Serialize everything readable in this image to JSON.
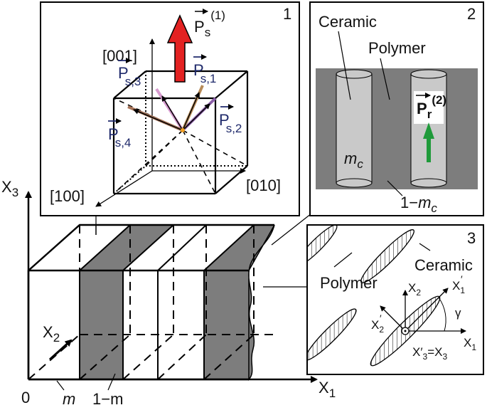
{
  "panel1": {
    "number": "1",
    "dir_001": "[001]",
    "dir_100": "[100]",
    "dir_010": "[010]",
    "ps_main": "P",
    "ps_main_sub": "s",
    "ps_main_sup": "(1)",
    "ps1": "P",
    "ps1_sub": "s,1",
    "ps2": "P",
    "ps2_sub": "s,2",
    "ps3": "P",
    "ps3_sub": "s,3",
    "ps4": "P",
    "ps4_sub": "s,4"
  },
  "panel2": {
    "number": "2",
    "ceramic": "Ceramic",
    "polymer": "Polymer",
    "mc": "m",
    "mc_sub": "c",
    "one_minus": "1−",
    "one_minus_m": "m",
    "one_minus_sub": "c",
    "pr": "P",
    "pr_sub": "r",
    "pr_sup": "(2)"
  },
  "panel3": {
    "number": "3",
    "ceramic": "Ceramic",
    "polymer": "Polymer",
    "x1": "X",
    "x1_sub": "1",
    "x2": "X",
    "x2_sub": "2",
    "x1p": "X",
    "x1p_sub": "1",
    "x2p": "X",
    "x2p_sub": "2",
    "x3eq": "X′",
    "x3eq_sub": "3",
    "x3eq_rest": "=X",
    "x3eq_rest_sub": "3",
    "gamma": "γ"
  },
  "main": {
    "x1": "X",
    "x1_sub": "1",
    "x2": "X",
    "x2_sub": "2",
    "x3": "X",
    "x3_sub": "3",
    "origin": "0",
    "m": "m",
    "one_minus_m": "1−m"
  },
  "colors": {
    "gray_dark": "#7d7d7d",
    "gray_light": "#c9c9c9",
    "arrow_red": "#e32222",
    "arrow_green": "#1f9a3a",
    "vector_blue": "#1f2a6b"
  }
}
